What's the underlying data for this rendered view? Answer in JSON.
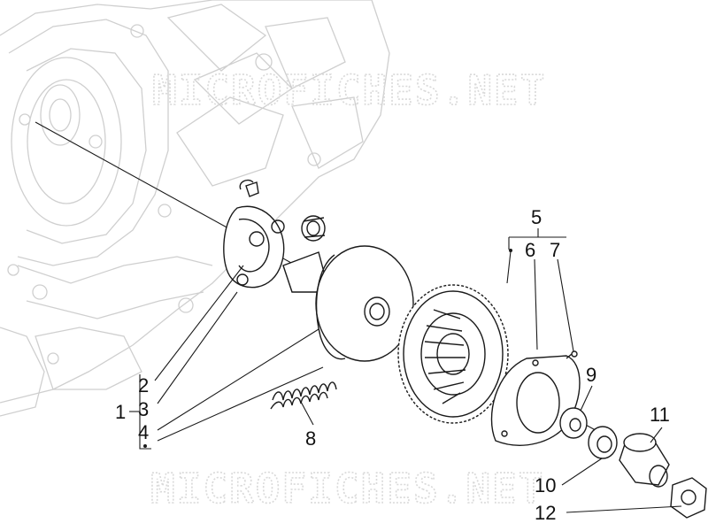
{
  "watermarks": [
    "MICROFICHES.NET",
    "MICROFICHES.NET"
  ],
  "callouts": {
    "n1": "1",
    "n2": "2",
    "n3": "3",
    "n4": "4",
    "n5": "5",
    "n6": "6",
    "n7": "7",
    "n8": "8",
    "n9": "9",
    "n10": "10",
    "n11": "11",
    "n12": "12"
  },
  "colors": {
    "ink": "#1a1a1a",
    "ghost": "#cfcfcf",
    "watermark": "#d9d9d9"
  }
}
